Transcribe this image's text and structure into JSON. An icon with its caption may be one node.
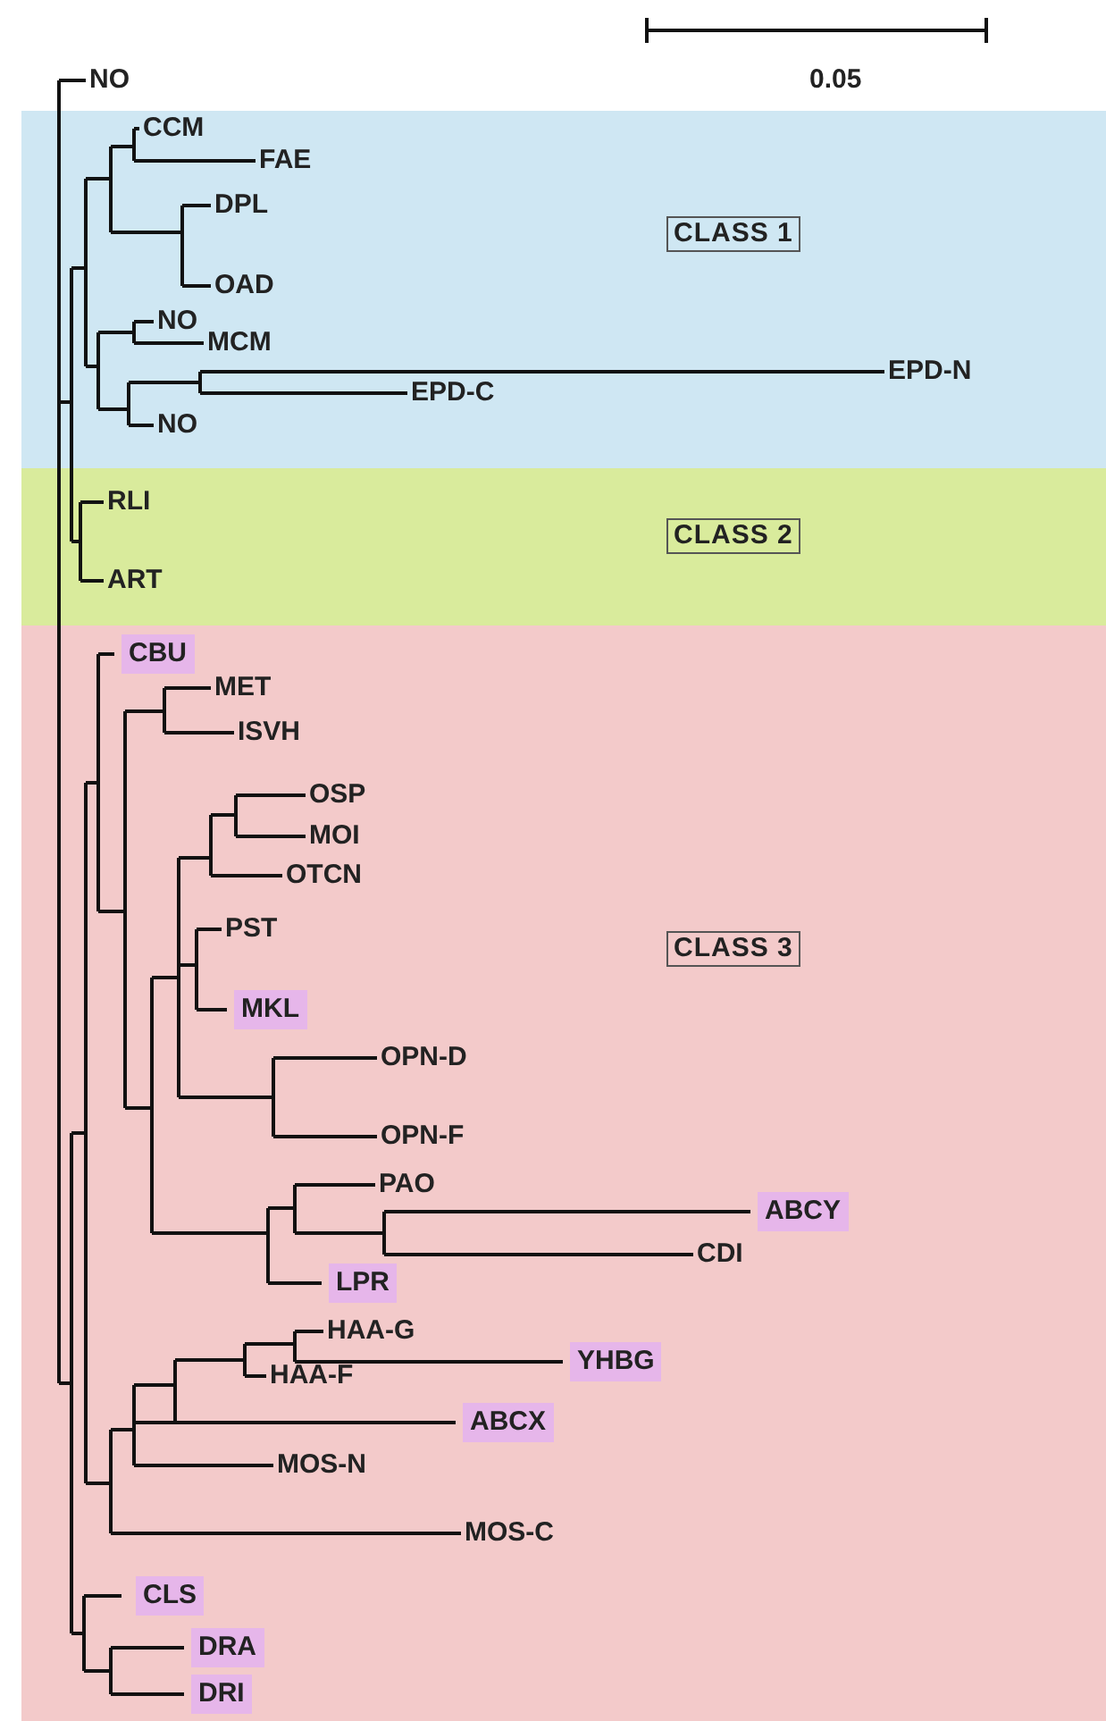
{
  "diagram": {
    "nodes": [
      {
        "text": [
          "CLASS 1"
        ]
      },
      {
        "text": [
          "CLASS 2"
        ]
      },
      {
        "text": [
          "CLASS 3"
        ]
      },
      {
        "text": [
          "CBU"
        ],
        "in": 2
      },
      {
        "text": [
          "MKL"
        ],
        "in": 2
      },
      {
        "text": [
          "ABCY"
        ],
        "in": 2
      },
      {
        "text": [
          "LPR"
        ],
        "in": 2
      },
      {
        "text": [
          "YHBG"
        ],
        "in": 2
      },
      {
        "text": [
          "ABCX"
        ],
        "in": 2
      },
      {
        "text": [
          "CLS"
        ],
        "in": 2
      },
      {
        "text": [
          "DRA"
        ],
        "in": 2
      },
      {
        "text": [
          "DRI"
        ],
        "in": 2
      }
    ],
    "labels": [
      "0.05",
      "NO",
      "CCM",
      "FAE",
      "DPL",
      "OAD",
      "NO",
      "MCM",
      "EPD-N",
      "EPD-C",
      "NO",
      "RLI",
      "ART",
      "MET",
      "ISVH",
      "OSP",
      "MOI",
      "OTCN",
      "PST",
      "OPN-D",
      "OPN-F",
      "PAO",
      "CDI",
      "HAA-G",
      "HAA-F",
      "MOS-N",
      "MOS-C"
    ]
  }
}
